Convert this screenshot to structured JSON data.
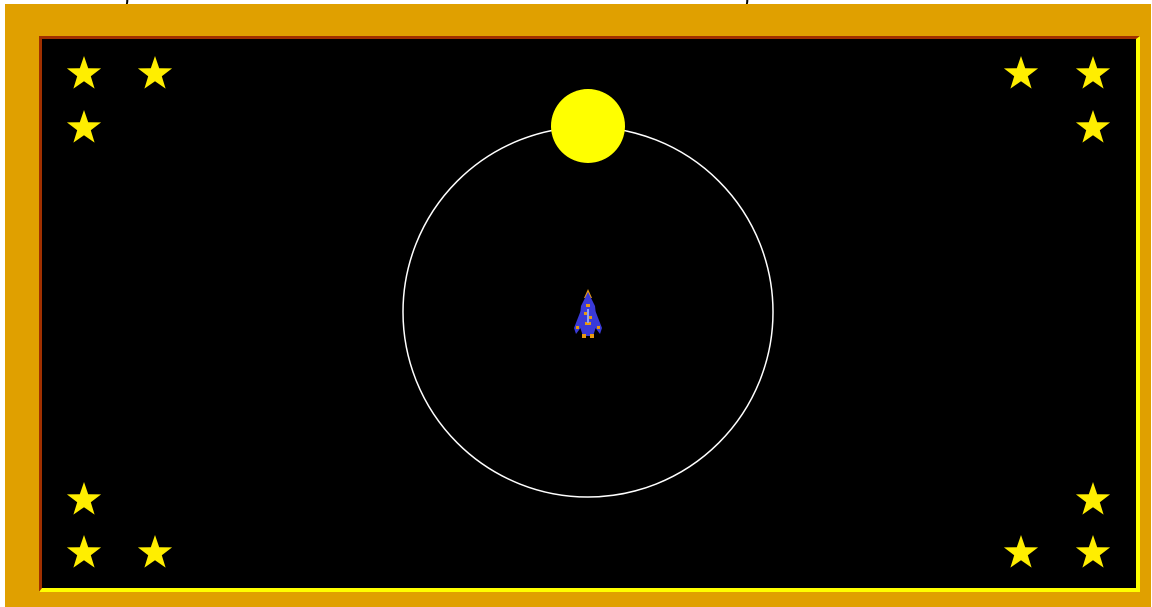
{
  "game": {
    "caption_fragments": [
      ")",
      ")"
    ],
    "colors": {
      "frame": "#e0a000",
      "field": "#000000",
      "bevel_dark": "#a03000",
      "bevel_light": "#ffff00",
      "star": "#ffee00",
      "sun": "#ffff00",
      "orbit": "#ffffff",
      "ship_body": "#3a3ad8",
      "ship_trim": "#e89a10"
    },
    "icons": {
      "star": "star-icon",
      "sun": "sun-icon",
      "ship": "spaceship-icon"
    },
    "star_clusters": [
      "top-left",
      "top-right",
      "bottom-left",
      "bottom-right"
    ]
  }
}
